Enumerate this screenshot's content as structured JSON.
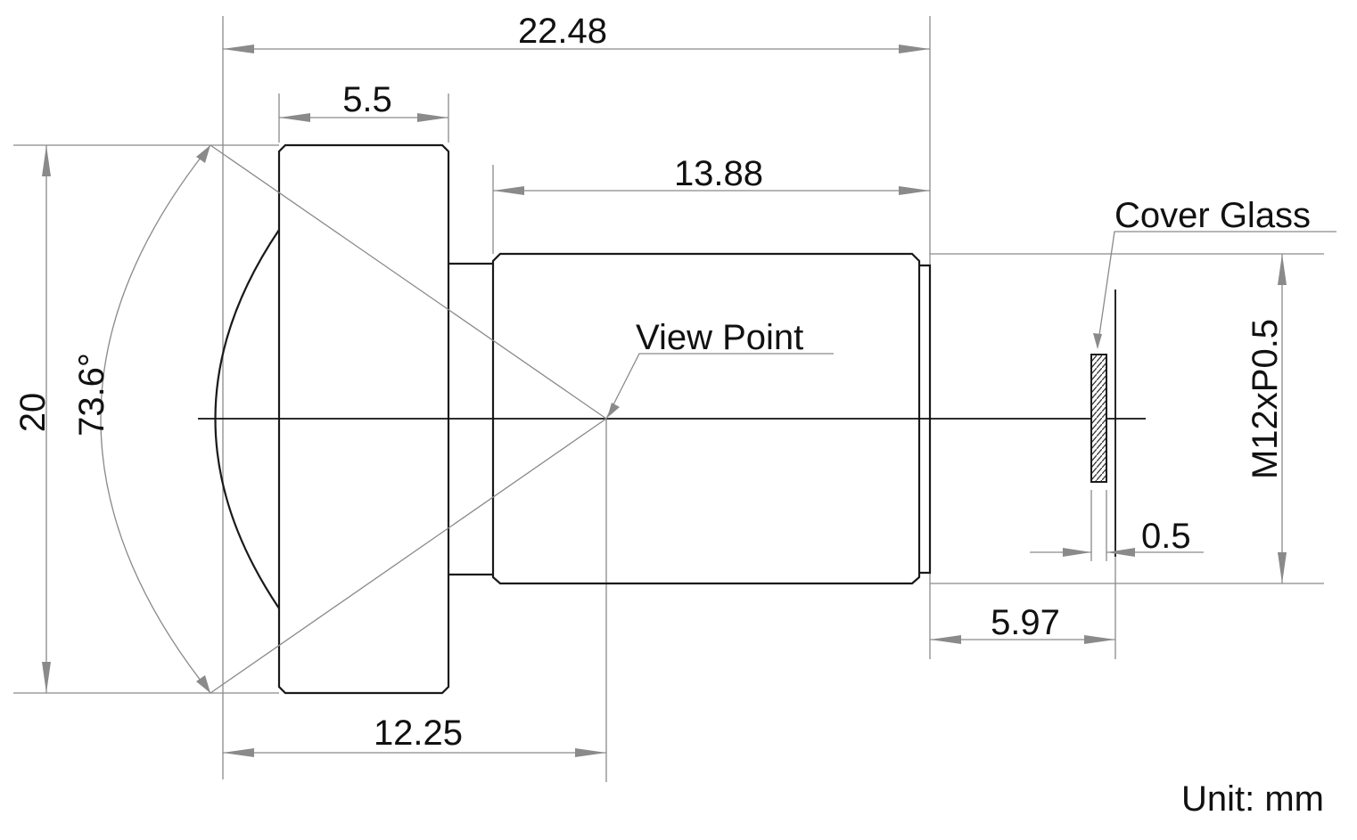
{
  "dimensions": {
    "overall_length": "22.48",
    "flange_width": "5.5",
    "barrel_length": "13.88",
    "height": "20",
    "view_point_distance": "12.25",
    "back_focal": "5.97",
    "glass_thickness": "0.5"
  },
  "angle": "73.6°",
  "labels": {
    "view_point": "View Point",
    "cover_glass": "Cover Glass",
    "thread": "M12xP0.5",
    "unit": "Unit: mm"
  },
  "colors": {
    "outline": "#1a1a1a",
    "dimension_line": "#8a8a8a",
    "background": "#ffffff"
  }
}
